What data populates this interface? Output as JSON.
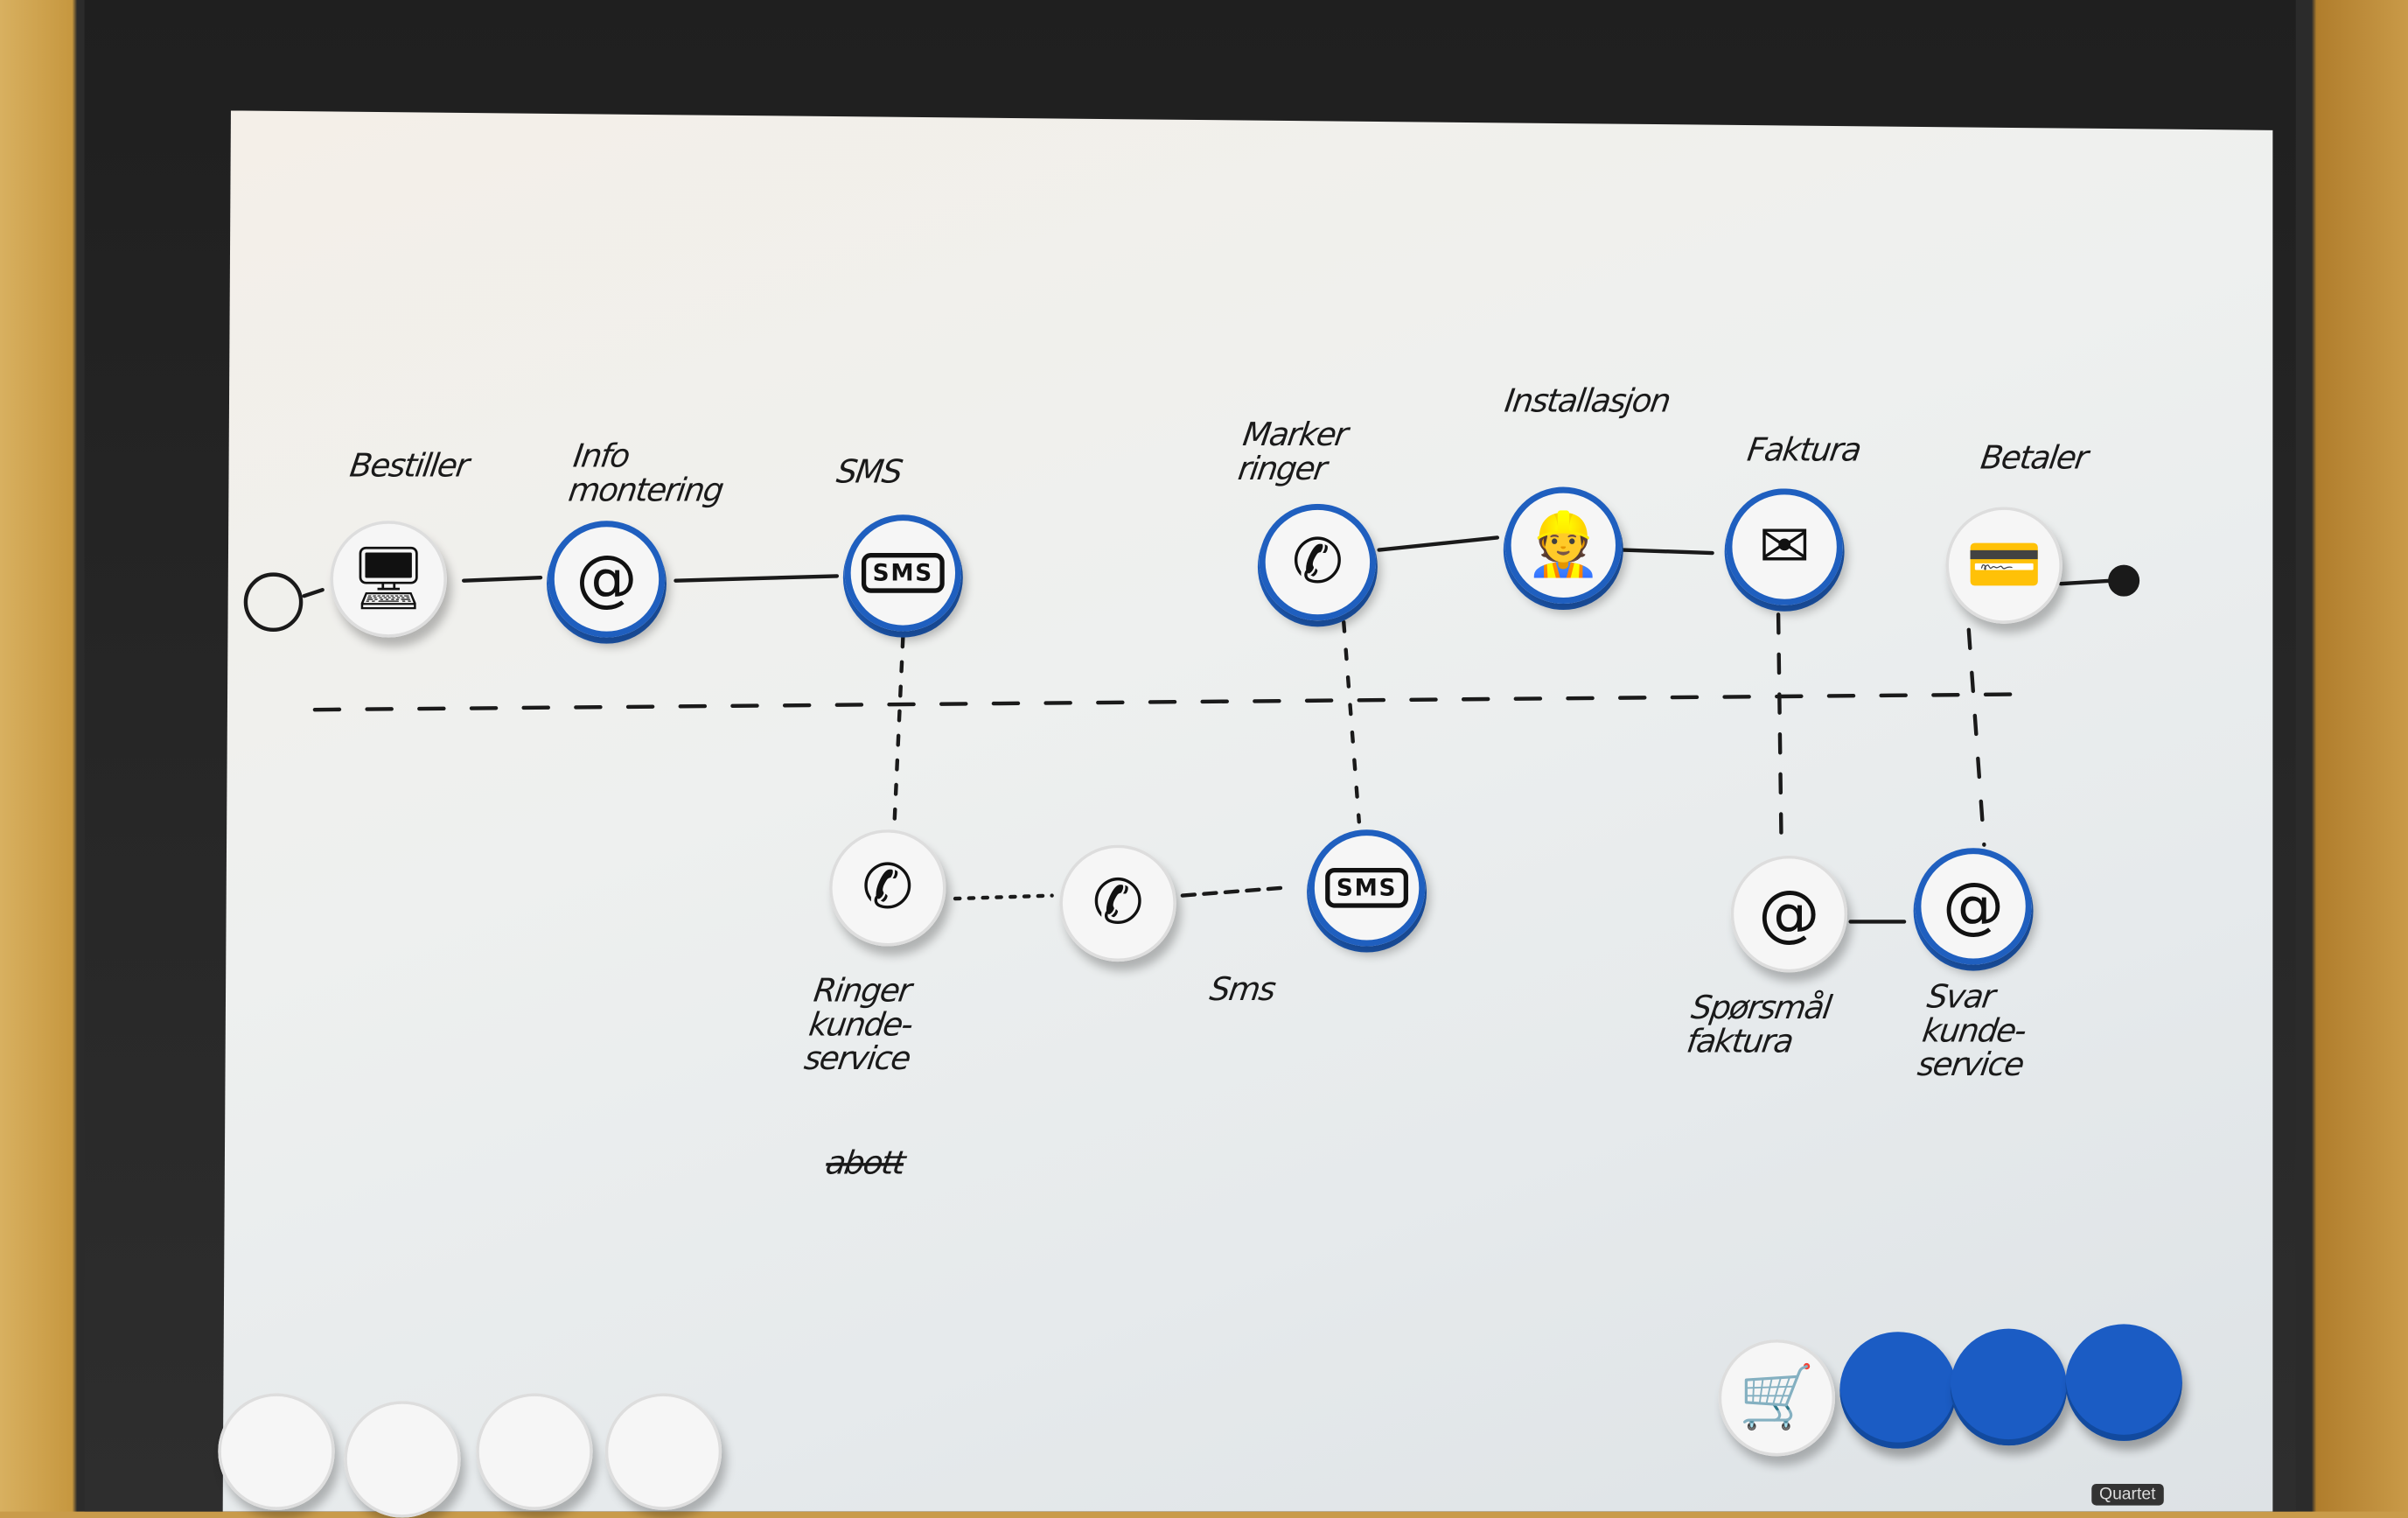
{
  "labels": {
    "bestiller": "Bestiller",
    "info_montering": "Info montering",
    "sms_top": "SMS",
    "marker_ringer": "Marker ringer",
    "installasjon": "Installasjon",
    "faktura": "Faktura",
    "betaler": "Betaler",
    "ringer_kundeservice": "Ringer kunde-service",
    "abott": "abott",
    "sms_bottom": "Sms",
    "sporsmal_faktura": "Spørsmål faktura",
    "svar_kundeservice": "Svar kunde-service"
  },
  "magnet_text": {
    "sms": "SMS"
  },
  "brand": "Quartet",
  "colors": {
    "magnet_blue": "#1f5fbf",
    "marker": "#1a1a1a"
  }
}
